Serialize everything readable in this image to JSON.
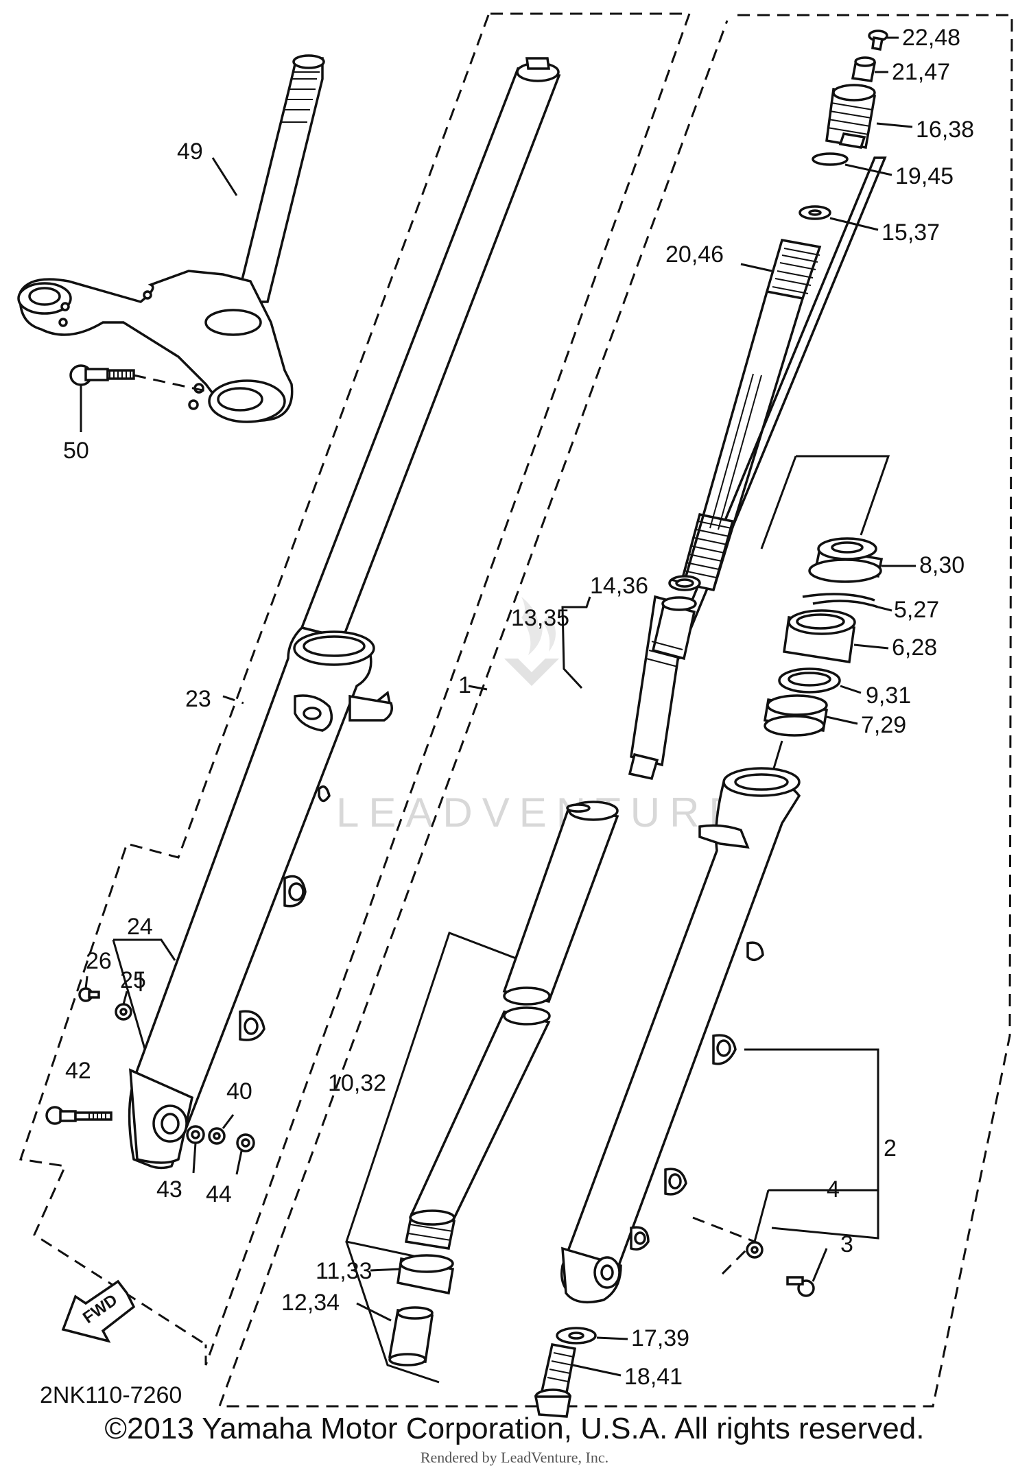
{
  "diagram_code": "2NK110-7260",
  "copyright": "©2013 Yamaha Motor Corporation, U.S.A. All rights reserved.",
  "rendered_by": "Rendered by LeadVenture, Inc.",
  "watermark": "LEADVENTURE",
  "fwd_label": "FWD",
  "callouts": {
    "c49": "49",
    "c50": "50",
    "c23": "23",
    "c24": "24",
    "c25": "25",
    "c26": "26",
    "c42": "42",
    "c40": "40",
    "c43": "43",
    "c44": "44",
    "c1": "1",
    "c10_32": "10,32",
    "c11_33": "11,33",
    "c12_34": "12,34",
    "c13_35": "13,35",
    "c14_36": "14,36",
    "c20_46": "20,46",
    "c22_48": "22,48",
    "c21_47": "21,47",
    "c16_38": "16,38",
    "c19_45": "19,45",
    "c15_37": "15,37",
    "c8_30": "8,30",
    "c5_27": "5,27",
    "c6_28": "6,28",
    "c9_31": "9,31",
    "c7_29": "7,29",
    "c2": "2",
    "c4": "4",
    "c3": "3",
    "c17_39": "17,39",
    "c18_41": "18,41"
  }
}
